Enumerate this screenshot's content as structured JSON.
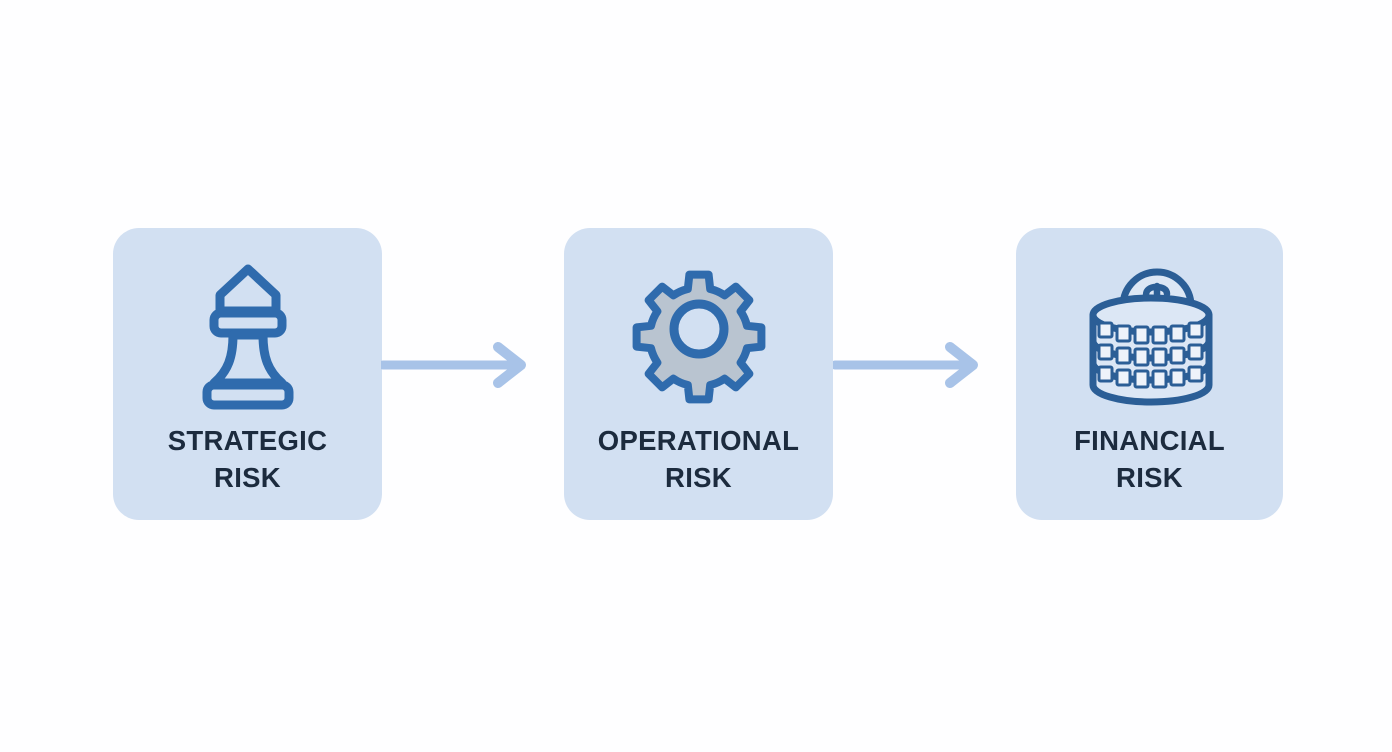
{
  "diagram": {
    "type": "linear-process-flow",
    "title": "",
    "background_color": "#fefeff",
    "card_color": "#d2e0f2",
    "label_color": "#1c2b3e",
    "icon_outline_color": "#2f6bad",
    "icon_outline_dark_color": "#2b5e96",
    "gear_fill_color": "#b9c4d0",
    "arrow_color": "#a8c3e8",
    "steps": [
      {
        "id": "strategic-risk",
        "label_line1": "STRATEGIC",
        "label_line2": "RISK",
        "icon": "chess-bishop-icon",
        "order": 1
      },
      {
        "id": "operational-risk",
        "label_line1": "OPERATIONAL",
        "label_line2": "RISK",
        "icon": "gear-icon",
        "order": 2
      },
      {
        "id": "financial-risk",
        "label_line1": "FINANCIAL",
        "label_line2": "RISK",
        "icon": "coin-stack-icon",
        "order": 3
      }
    ],
    "connectors": [
      {
        "id": "connector-1",
        "from": "strategic-risk",
        "to": "operational-risk",
        "icon": "arrow-right-icon"
      },
      {
        "id": "connector-2",
        "from": "operational-risk",
        "to": "financial-risk",
        "icon": "arrow-right-icon"
      }
    ]
  }
}
